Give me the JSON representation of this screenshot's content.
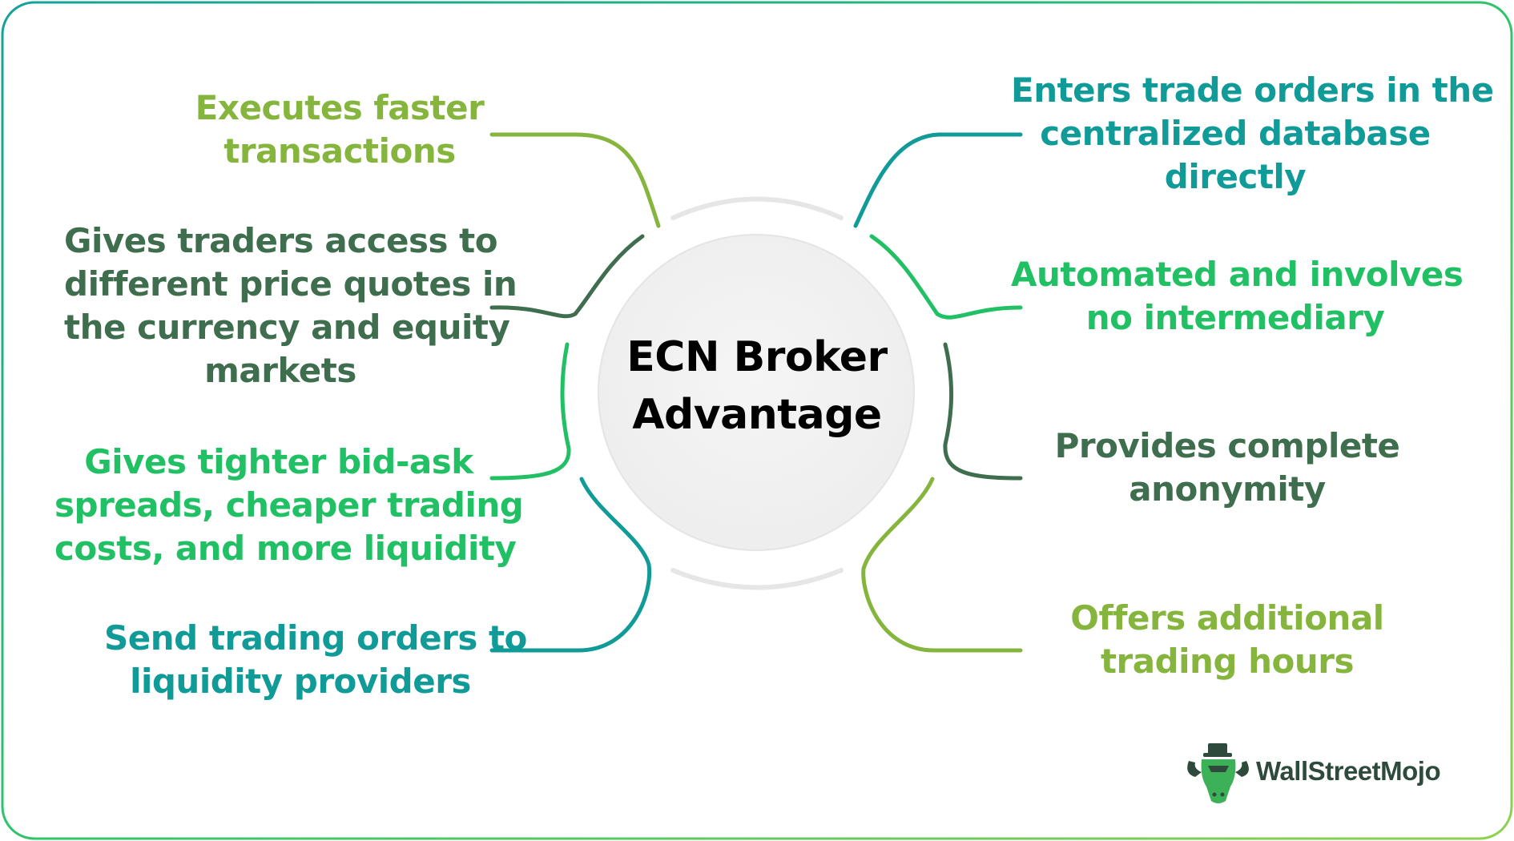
{
  "colors": {
    "lime": "#86b53d",
    "dark_green": "#3f6e4e",
    "bright_green": "#22c065",
    "teal": "#109b98",
    "center_fill": "#f1f1f1",
    "title": "#000000"
  },
  "center": {
    "title_line1": "ECN Broker",
    "title_line2": "Advantage"
  },
  "left_items": [
    {
      "lines": [
        "Executes faster",
        "transactions"
      ],
      "color": "lime"
    },
    {
      "lines": [
        "Gives traders access to",
        "different price quotes in",
        "the currency and equity",
        "markets"
      ],
      "color": "dark_green"
    },
    {
      "lines": [
        "Gives tighter bid-ask",
        "spreads, cheaper trading",
        "costs, and more liquidity"
      ],
      "color": "bright_green"
    },
    {
      "lines": [
        "Send trading orders to",
        "liquidity providers"
      ],
      "color": "teal"
    }
  ],
  "right_items": [
    {
      "lines": [
        "Enters trade orders in the",
        "centralized database",
        "directly"
      ],
      "color": "teal"
    },
    {
      "lines": [
        "Automated and involves",
        "no intermediary"
      ],
      "color": "bright_green"
    },
    {
      "lines": [
        "Provides complete",
        "anonymity"
      ],
      "color": "dark_green"
    },
    {
      "lines": [
        "Offers additional",
        "trading hours"
      ],
      "color": "lime"
    }
  ],
  "logo": {
    "text": "WallStreetMojo",
    "icon": "bull-mascot-icon"
  }
}
